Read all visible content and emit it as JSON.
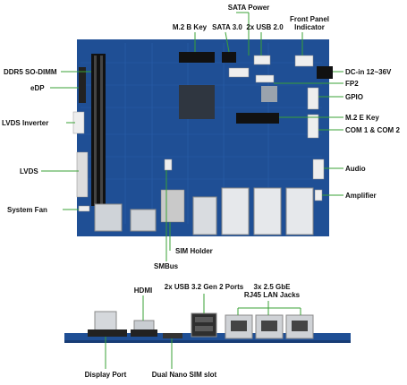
{
  "labels": {
    "m2_b_key": "M.2 B Key",
    "sata_power": "SATA Power",
    "sata_3": "SATA 3.0",
    "usb2": "2x USB 2.0",
    "front_panel": "Front Panel\nIndicator",
    "ddr5": "DDR5 SO-DIMM",
    "dc_in": "DC-in 12~36V",
    "edp": "eDP",
    "fp2": "FP2",
    "gpio": "GPIO",
    "lvds_inverter": "LVDS Inverter",
    "m2_e_key": "M.2 E Key",
    "com": "COM 1 & COM 2",
    "lvds": "LVDS",
    "audio": "Audio",
    "amplifier": "Amplifier",
    "system_fan": "System Fan",
    "sim_holder": "SIM Holder",
    "smbus": "SMBus",
    "hdmi": "HDMI",
    "usb32": "2x USB 3.2 Gen 2 Ports",
    "lan": "3x 2.5 GbE\nRJ45 LAN Jacks",
    "display_port": "Display Port",
    "dual_sim": "Dual Nano SIM slot"
  },
  "colors": {
    "accent": "#3aa235",
    "pcb": "#1f4f95",
    "pcb_dark": "#173c75"
  }
}
